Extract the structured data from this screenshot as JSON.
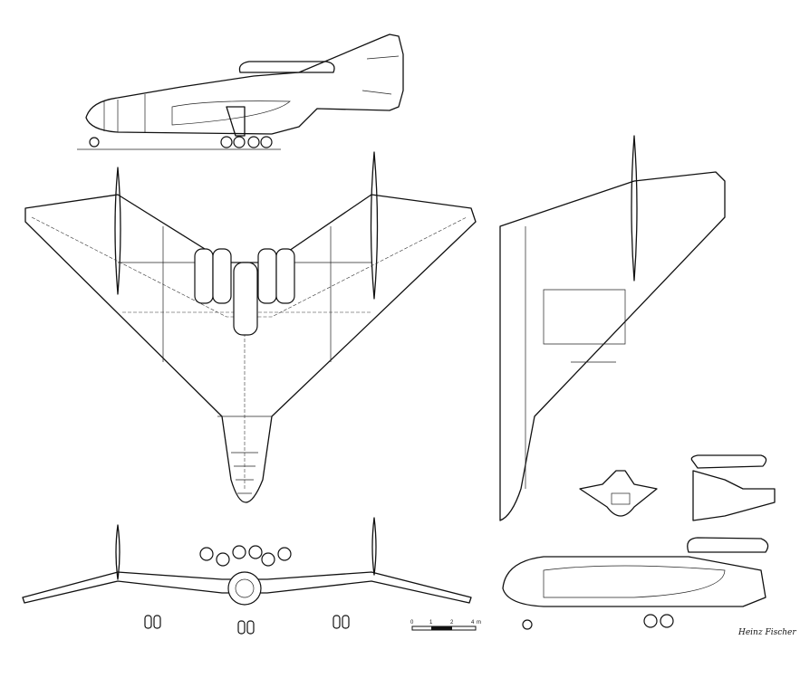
{
  "drawing": {
    "views": [
      "side-view",
      "plan-view",
      "half-plan-view",
      "front-view",
      "side-view-detail",
      "section-views"
    ],
    "scale_bar": {
      "ticks": [
        "0",
        "1",
        "2",
        "4"
      ],
      "unit": "m"
    },
    "signature": "Heinz Fischer"
  }
}
